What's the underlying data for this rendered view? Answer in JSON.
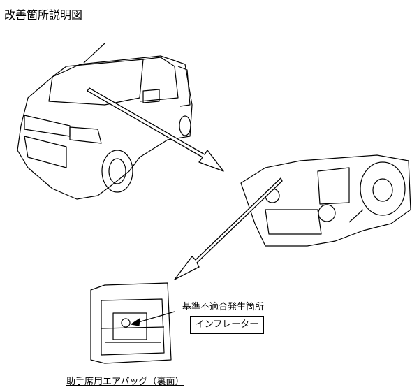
{
  "title": "改善箇所説明図",
  "annotation": {
    "location_label": "基準不適合発生箇所",
    "part_name": "インフレーター"
  },
  "caption": "助手席用エアバッグ（裏面）"
}
